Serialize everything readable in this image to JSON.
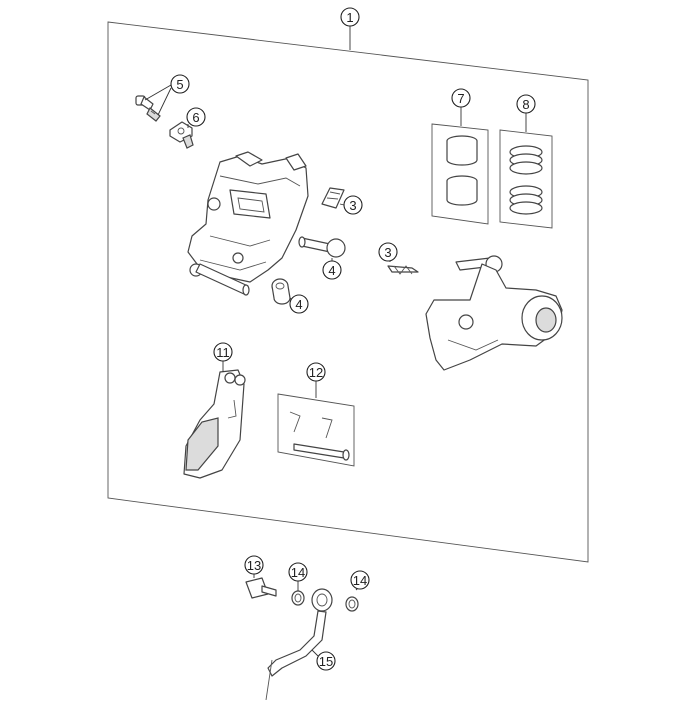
{
  "callouts": {
    "c1": "1",
    "c3a": "3",
    "c3b": "3",
    "c4a": "4",
    "c4b": "4",
    "c5": "5",
    "c6": "6",
    "c7": "7",
    "c8": "8",
    "c11": "11",
    "c12": "12",
    "c13": "13",
    "c14a": "14",
    "c14b": "14",
    "c15": "15"
  }
}
